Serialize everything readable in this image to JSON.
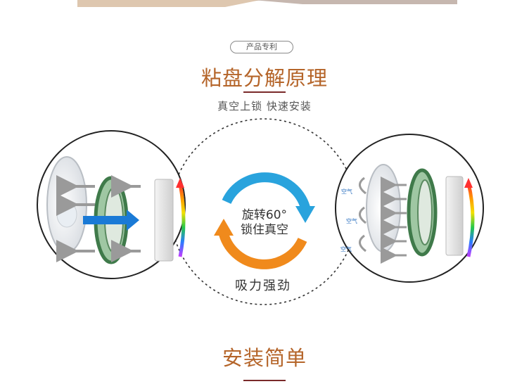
{
  "header": {
    "badge_label": "产品专利",
    "title": "粘盘分解原理",
    "subtitle": "真空上锁 快速安装"
  },
  "center": {
    "line1": "旋转60°",
    "line2": "锁住真空",
    "caption": "吸力强劲"
  },
  "right_panel": {
    "air_labels": [
      "空气",
      "空气",
      "空气"
    ]
  },
  "section2": {
    "title": "安装简单"
  },
  "colors": {
    "accent": "#b5652a",
    "rule": "#7a2a2a",
    "blue_arrow": "#29a3dd",
    "orange_arrow": "#f08a1c",
    "disk_green": "#4f8a5a",
    "push_arrow": "#1a7ad6"
  }
}
